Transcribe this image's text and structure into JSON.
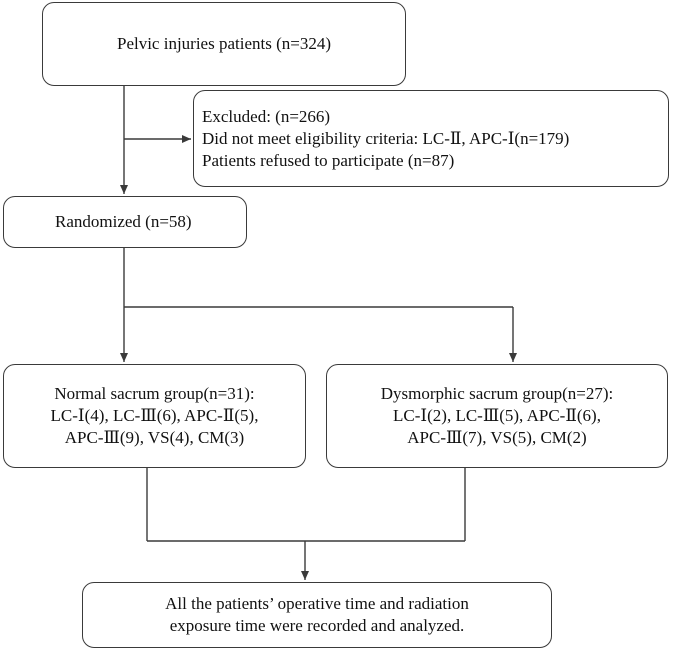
{
  "boxes": {
    "total": {
      "text": "Pelvic injuries patients (n=324)"
    },
    "excluded": {
      "lines": [
        "Excluded: (n=266)",
        "Did not meet eligibility criteria: LC-Ⅱ, APC-Ⅰ(n=179)",
        "Patients refused to participate (n=87)"
      ]
    },
    "randomized": {
      "text": "Randomized (n=58)"
    },
    "normal": {
      "lines": [
        "Normal sacrum group(n=31):",
        "LC-Ⅰ(4), LC-Ⅲ(6), APC-Ⅱ(5),",
        "APC-Ⅲ(9), VS(4), CM(3)"
      ]
    },
    "dysmorphic": {
      "lines": [
        "Dysmorphic sacrum group(n=27):",
        "LC-Ⅰ(2), LC-Ⅲ(5), APC-Ⅱ(6),",
        "APC-Ⅲ(7), VS(5), CM(2)"
      ]
    },
    "final": {
      "lines": [
        "All the patients’ operative time and radiation",
        "exposure time were recorded and analyzed."
      ]
    }
  },
  "colors": {
    "line": "#3a3a3a",
    "border": "#3a3a3a"
  }
}
